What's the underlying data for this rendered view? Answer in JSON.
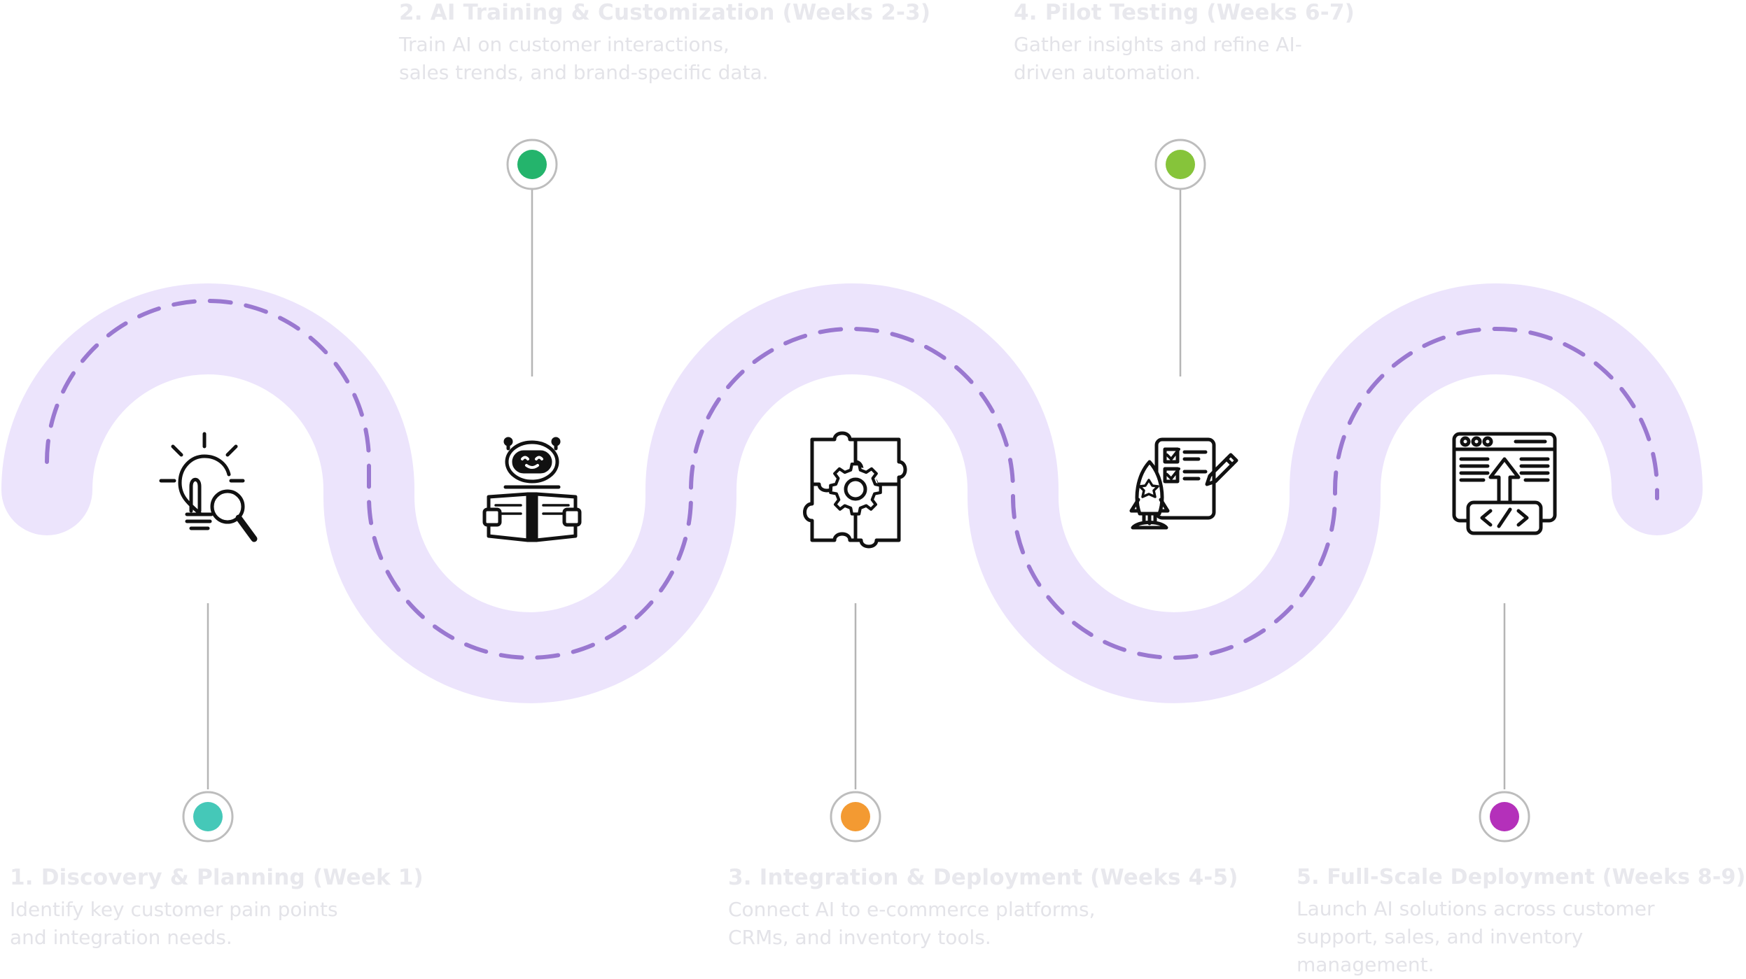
{
  "colors": {
    "track": "#ece4fc",
    "dash": "#9a78d0",
    "connector": "#b5b5b5",
    "title_text": "#e8e8ed",
    "desc_text": "#e3e3e8"
  },
  "steps": [
    {
      "title": "1. Discovery & Planning (Week 1)",
      "description": "Identify key customer pain points and integration needs.",
      "dot_color": "#45c8b8",
      "icon": "lightbulb-magnifier-icon"
    },
    {
      "title": "2. AI Training & Customization (Weeks 2-3)",
      "description": "Train AI on customer interactions, sales trends, and brand-specific data.",
      "dot_color": "#24b46c",
      "icon": "robot-reading-book-icon"
    },
    {
      "title": "3. Integration & Deployment (Weeks 4-5)",
      "description": "Connect AI to e-commerce platforms, CRMs, and inventory tools.",
      "dot_color": "#f39a32",
      "icon": "puzzle-gear-icon"
    },
    {
      "title": "4. Pilot Testing (Weeks 6-7)",
      "description": "Gather insights and refine AI-driven automation.",
      "dot_color": "#86c43a",
      "icon": "rocket-checklist-icon"
    },
    {
      "title": "5. Full-Scale Deployment (Weeks 8-9)",
      "description": "Launch AI solutions across customer support, sales, and inventory management.",
      "dot_color": "#b430ba",
      "icon": "browser-code-deploy-icon"
    }
  ]
}
